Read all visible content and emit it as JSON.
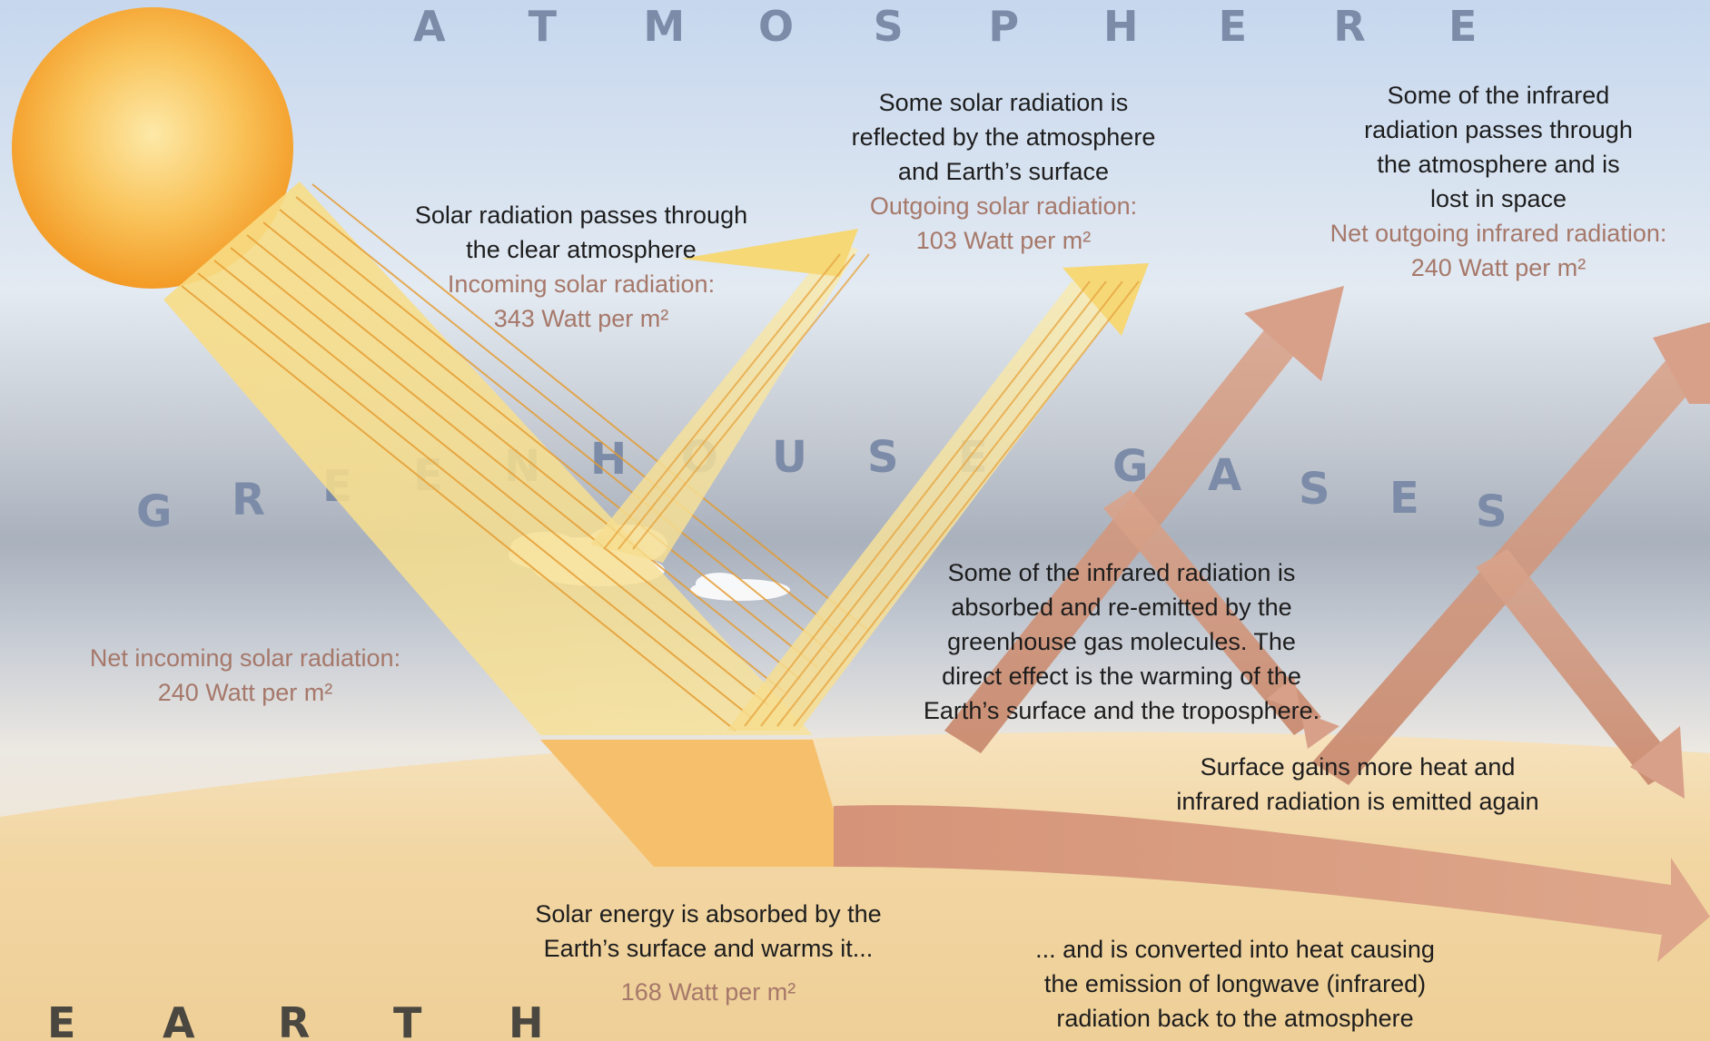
{
  "labels": {
    "atmosphere": "ATMOSPHERE",
    "greenhouse": "GREENHOUSE",
    "gases": "GASES",
    "earth": "EARTH"
  },
  "incoming": {
    "line1": "Solar radiation passes through",
    "line2": "the clear atmosphere",
    "caption": "Incoming solar radiation:",
    "value": "343 Watt per m²"
  },
  "reflected": {
    "line1": "Some solar radiation is",
    "line2": "reflected by the atmosphere",
    "line3": "and Earth’s surface",
    "caption": "Outgoing solar radiation:",
    "value": "103 Watt per m²"
  },
  "outgoing_ir": {
    "line1": "Some of the infrared",
    "line2": "radiation passes through",
    "line3": "the atmosphere and is",
    "line4": "lost in space",
    "caption": "Net outgoing infrared radiation:",
    "value": "240 Watt per m²"
  },
  "net_incoming": {
    "caption": "Net incoming solar radiation:",
    "value": "240 Watt per m²"
  },
  "absorbed_ir": {
    "line1": "Some of the infrared radiation is",
    "line2": "absorbed and re-emitted by the",
    "line3": "greenhouse gas molecules. The",
    "line4": "direct effect is the warming of the",
    "line5": "Earth’s surface and the troposphere."
  },
  "surface_gains": {
    "line1": "Surface gains more heat and",
    "line2": "infrared radiation is emitted again"
  },
  "solar_absorbed": {
    "line1": "Solar energy is absorbed by the",
    "line2": "Earth’s surface and warms it...",
    "value": "168 Watt per m²"
  },
  "converted": {
    "line1": "... and is converted into heat causing",
    "line2": "the emission of longwave (infrared)",
    "line3": "radiation back to the atmosphere"
  },
  "colors": {
    "sky_top": "#c9d9ef",
    "greenhouse_band": "#a9b2bf",
    "ground": "#f1d6a4",
    "sun": "#f7a930",
    "solar_beam": "#f7e08a",
    "infrared_arrow": "#cf8f74",
    "value_text": "#a6786a",
    "big_letters": "#7b8ba8"
  }
}
